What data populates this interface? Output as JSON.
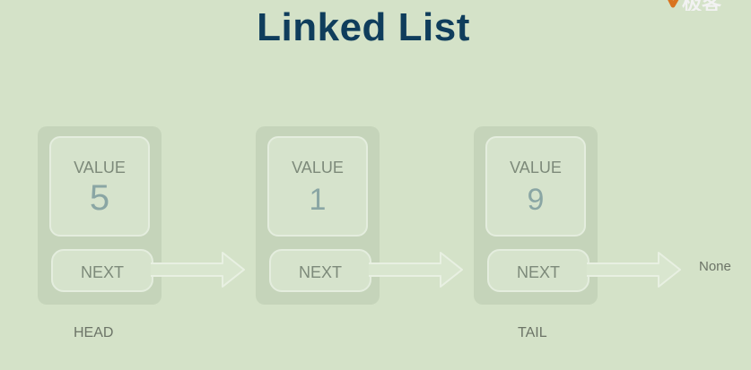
{
  "title": "Linked List",
  "logo": {
    "text": "极客"
  },
  "nodes": [
    {
      "value_label": "VALUE",
      "value": "5",
      "next_label": "NEXT"
    },
    {
      "value_label": "VALUE",
      "value": "1",
      "next_label": "NEXT"
    },
    {
      "value_label": "VALUE",
      "value": "9",
      "next_label": "NEXT"
    }
  ],
  "labels": {
    "head": "HEAD",
    "tail": "TAIL",
    "none": "None"
  },
  "colors": {
    "background": "#d4e2c8",
    "title": "#0f3d5c",
    "node_fill": "#c5d4ba",
    "value_number": "#8aa6a4",
    "logo_accent": "#d9731f"
  }
}
